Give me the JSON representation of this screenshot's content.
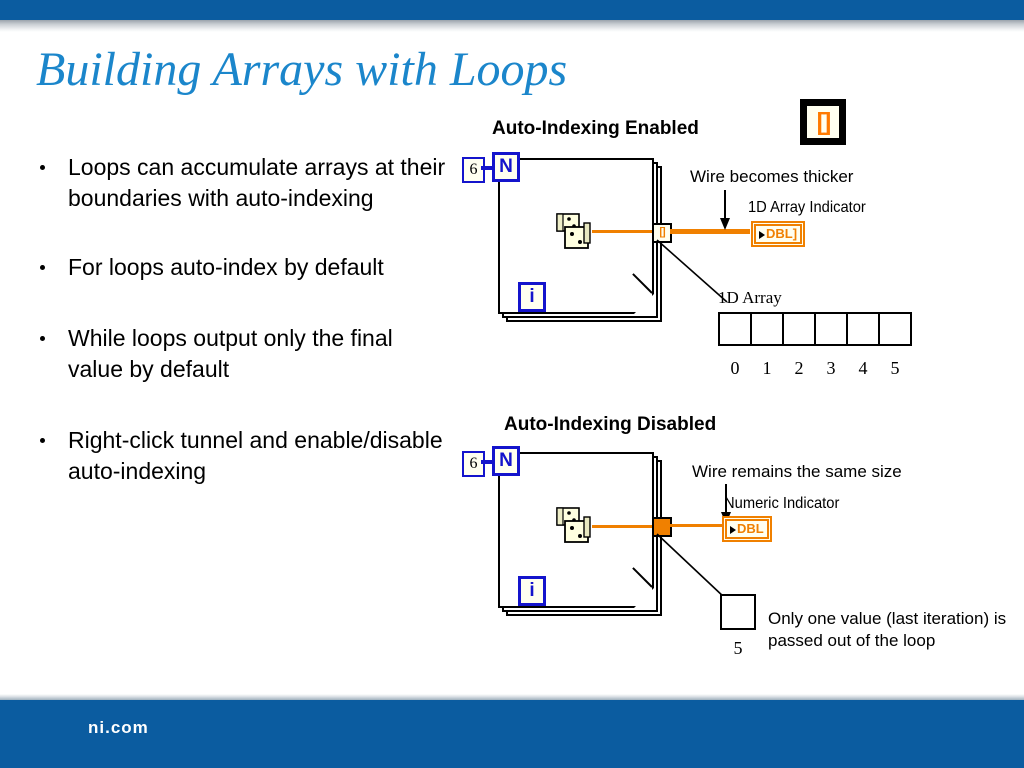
{
  "slide": {
    "title": "Building Arrays with Loops",
    "footer": "ni.com"
  },
  "colors": {
    "brand_blue": "#0B5CA0",
    "title_blue": "#1B86CB",
    "wire_orange": "#F08000",
    "terminal_blue": "#1414CC",
    "terminal_fill": "#FFFFF0"
  },
  "bullets": [
    {
      "text": "Loops can accumulate arrays at their boundaries with auto-indexing"
    },
    {
      "text": "For loops auto-index by default"
    },
    {
      "text": "While loops output only the final value by default"
    },
    {
      "text": "Right-click tunnel and enable/disable auto-indexing"
    }
  ],
  "array_badge": {
    "label": "[]"
  },
  "diagram_enabled": {
    "heading": "Auto-Indexing Enabled",
    "count_constant": "6",
    "n_terminal": "N",
    "i_terminal": "i",
    "tunnel_glyph": "[]",
    "wire_note": "Wire becomes thicker",
    "indicator_label": "1D Array Indicator",
    "indicator_text": "DBL]",
    "array_caption": "1D Array",
    "array_cells": [
      "",
      "",
      "",
      "",
      "",
      ""
    ],
    "array_indices": [
      "0",
      "1",
      "2",
      "3",
      "4",
      "5"
    ]
  },
  "diagram_disabled": {
    "heading": "Auto-Indexing Disabled",
    "count_constant": "6",
    "n_terminal": "N",
    "i_terminal": "i",
    "wire_note": "Wire remains the same size",
    "indicator_label": "Numeric Indicator",
    "indicator_text": "DBL",
    "value_cell": "",
    "value_index": "5",
    "explanation": "Only one value (last iteration) is passed out of the loop"
  }
}
